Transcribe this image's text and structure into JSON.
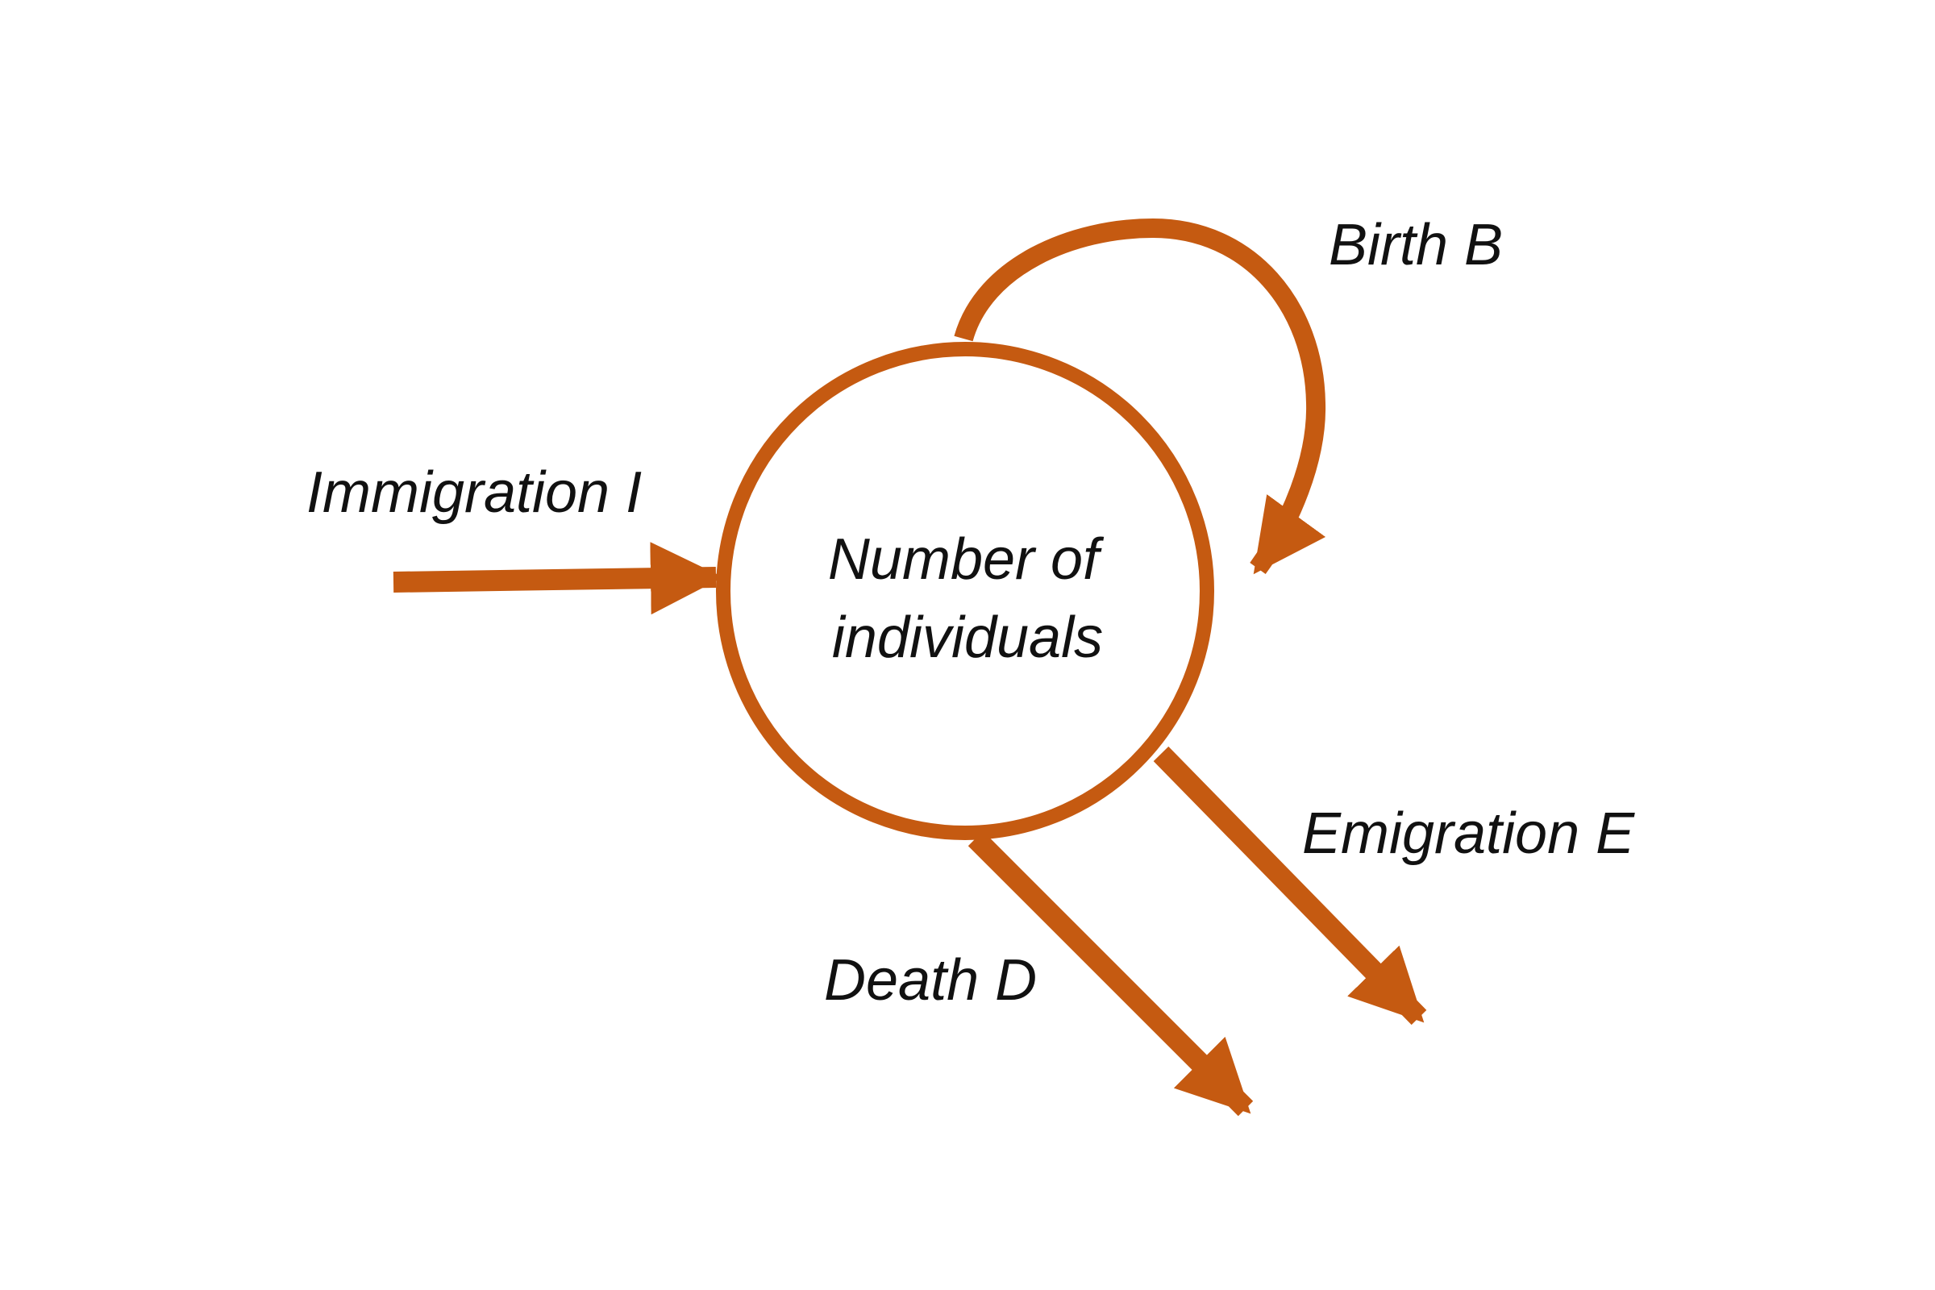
{
  "diagram": {
    "center_label_line1": "Number of",
    "center_label_line2": "individuals",
    "labels": {
      "birth": "Birth B",
      "immigration": "Immigration I",
      "emigration": "Emigration E",
      "death": "Death D"
    },
    "colors": {
      "arrow": "#C55A11",
      "circle_fill": "#ffffff",
      "text": "#111111"
    }
  }
}
